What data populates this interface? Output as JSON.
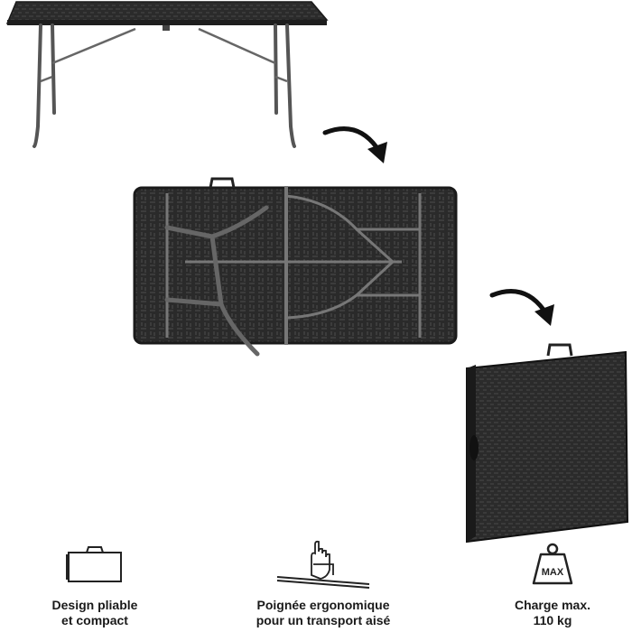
{
  "features": [
    {
      "icon": "folded-table-outline-icon",
      "line1": "Design pliable",
      "line2": "et compact"
    },
    {
      "icon": "hand-grip-handle-icon",
      "line1": "Poignée ergonomique",
      "line2": "pour un transport aisé"
    },
    {
      "icon": "weight-max-icon",
      "line1": "Charge max.",
      "line2": "110 kg",
      "badge": "MAX"
    }
  ],
  "colors": {
    "tabletop": "#2a2a2a",
    "frame": "#4a4a4a",
    "text": "#1a1a1a"
  }
}
